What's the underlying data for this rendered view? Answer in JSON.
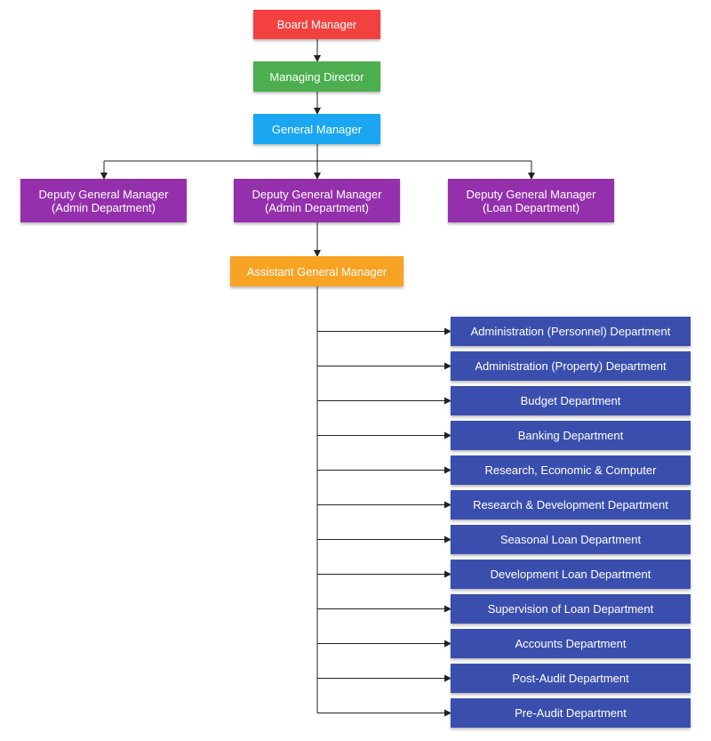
{
  "colors": {
    "board": "#f2413f",
    "md": "#4cae4e",
    "gm": "#1aa6f0",
    "dgm": "#9430ac",
    "agm": "#f8a324",
    "dept": "#3a4fad",
    "line": "#222222"
  },
  "board": {
    "label": "Board Manager"
  },
  "managing_director": {
    "label": "Managing Director"
  },
  "general_manager": {
    "label": "General Manager"
  },
  "deputies": [
    {
      "line1": "Deputy General Manager",
      "line2": "(Admin Department)"
    },
    {
      "line1": "Deputy General Manager",
      "line2": "(Admin Department)"
    },
    {
      "line1": "Deputy General Manager",
      "line2": "(Loan Department)"
    }
  ],
  "assistant_general_manager": {
    "label": "Assistant General Manager"
  },
  "departments": [
    "Administration (Personnel) Department",
    "Administration (Property) Department",
    "Budget Department",
    "Banking Department",
    "Research, Economic & Computer",
    "Research & Development Department",
    "Seasonal Loan Department",
    "Development Loan Department",
    "Supervision of Loan Department",
    "Accounts Department",
    "Post-Audit Department",
    "Pre-Audit Department"
  ]
}
